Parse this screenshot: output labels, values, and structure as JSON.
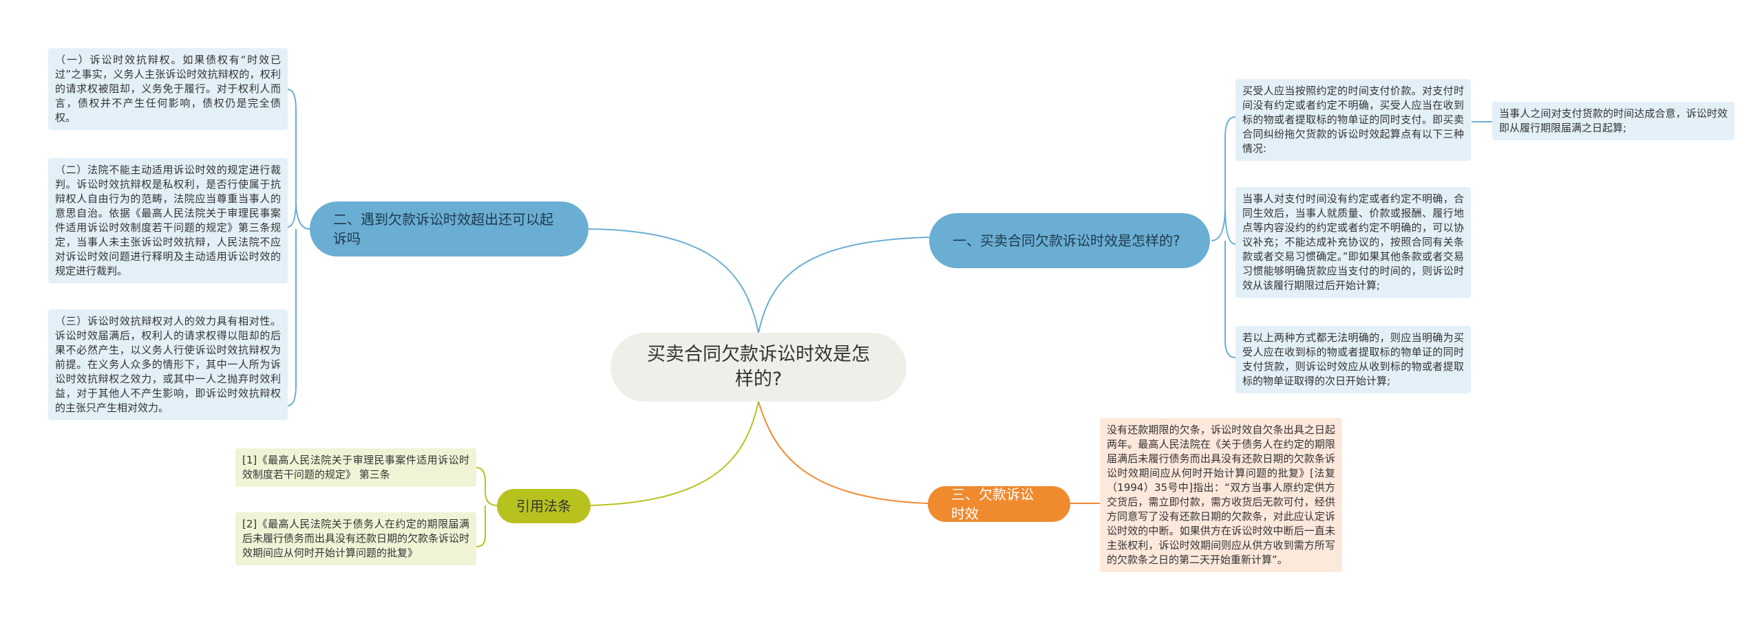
{
  "root": {
    "title": "买卖合同欠款诉讼时效是怎样的?"
  },
  "branches": [
    {
      "label": "一、买卖合同欠款诉讼时效是怎样的?",
      "leaves": [
        {
          "text": "买受人应当按照约定的时间支付价款。对支付时间没有约定或者约定不明确，买受人应当在收到标的物或者提取标的物单证的同时支付。即买卖合同纠纷拖欠货款的诉讼时效起算点有以下三种情况:",
          "sub": "当事人之间对支付货款的时间达成合意，诉讼时效即从履行期限届满之日起算;"
        },
        {
          "text": "当事人对支付时间没有约定或者约定不明确，合同生效后，当事人就质量、价款或报酬、履行地点等内容没约的约定或者约定不明确的，可以协议补充；不能达成补充协议的，按照合同有关条款或者交易习惯确定。”即如果其他条款或者交易习惯能够明确货款应当支付的时间的，则诉讼时效从该履行期限过后开始计算;"
        },
        {
          "text": "若以上两种方式都无法明确的，则应当明确为买受人应在收到标的物或者提取标的物单证的同时支付货款，则诉讼时效应从收到标的物或者提取标的物单证取得的次日开始计算;"
        }
      ]
    },
    {
      "label": "二、遇到欠款诉讼时效超出还可以起诉吗",
      "leaves": [
        {
          "text": "（一）诉讼时效抗辩权。如果债权有“时效已过”之事实，义务人主张诉讼时效抗辩权的，权利的请求权被阻却，义务免于履行。对于权利人而言，债权并不产生任何影响，债权仍是完全债权。"
        },
        {
          "text": "（二）法院不能主动适用诉讼时效的规定进行裁判。诉讼时效抗辩权是私权利，是否行使属于抗辩权人自由行为的范畴，法院应当尊重当事人的意思自治。依据《最高人民法院关于审理民事案件适用诉讼时效制度若干问题的规定》第三条规定，当事人未主张诉讼时效抗辩，人民法院不应对诉讼时效问题进行释明及主动适用诉讼时效的规定进行裁判。"
        },
        {
          "text": "（三）诉讼时效抗辩权对人的效力具有相对性。诉讼时效届满后，权利人的请求权得以阻却的后果不必然产生，以义务人行使诉讼时效抗辩权为前提。在义务人众多的情形下，其中一人所为诉讼时效抗辩权之效力，或其中一人之抛弃时效利益，对于其他人不产生影响，即诉讼时效抗辩权的主张只产生相对效力。"
        }
      ]
    },
    {
      "label": "三、欠款诉讼时效",
      "leaves": [
        {
          "text": "没有还款期限的欠条，诉讼时效自欠条出具之日起两年。最高人民法院在《关于债务人在约定的期限届满后未履行债务而出具没有还款日期的欠款条诉讼时效期间应从何时开始计算问题的批复》[法复（1994）35号中]指出：“双方当事人原约定供方交货后，需立即付款，需方收货后无款可付，经供方同意写了没有还款日期的欠款条，对此应认定诉讼时效的中断。如果供方在诉讼时效中断后一直未主张权利，诉讼时效期间则应从供方收到需方所写的欠款条之日的第二天开始重新计算”。"
        }
      ]
    },
    {
      "label": "引用法条",
      "leaves": [
        {
          "text": "[1]《最高人民法院关于审理民事案件适用诉讼时效制度若干问题的规定》 第三条"
        },
        {
          "text": "[2]《最高人民法院关于债务人在约定的期限届满后未履行债务而出具没有还款日期的欠款条诉讼时效期间应从何时开始计算问题的批复》"
        }
      ]
    }
  ],
  "colors": {
    "blue_branch": "#6aaed3",
    "blue_leaf": "#e3f0f8",
    "blue_line": "#6aaed3",
    "orange_branch": "#ef8a2f",
    "orange_leaf": "#fde8dc",
    "orange_line": "#ef8a2f",
    "olive_branch": "#b8c21e",
    "olive_leaf": "#f1f3d6",
    "olive_line": "#b8c21e",
    "root_bg": "#efefe9"
  }
}
